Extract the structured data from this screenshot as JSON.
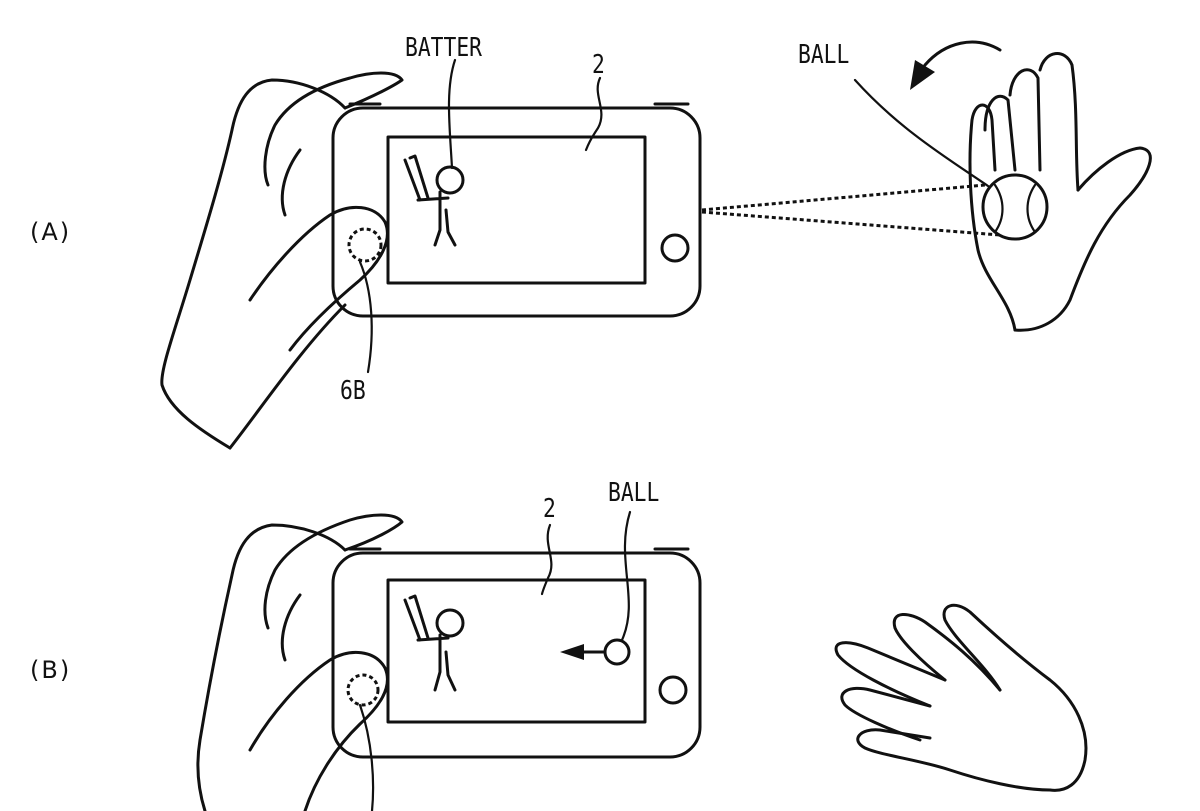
{
  "figure_a": {
    "panel_label": "(A)",
    "batter_label": "BATTER",
    "device_ref": "2",
    "ball_label": "BALL",
    "button_ref": "6B"
  },
  "figure_b": {
    "panel_label": "(B)",
    "device_ref": "2",
    "ball_label": "BALL"
  }
}
